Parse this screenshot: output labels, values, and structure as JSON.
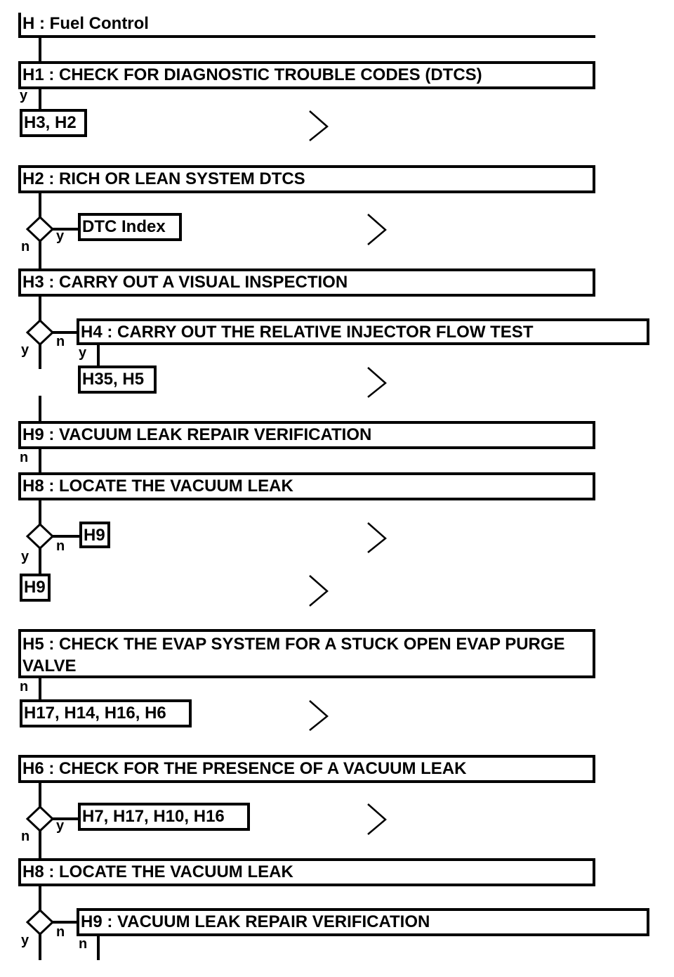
{
  "title": "H : Fuel Control",
  "steps": {
    "h1": "H1 : CHECK FOR DIAGNOSTIC TROUBLE CODES (DTCS)",
    "h2": "H2 : RICH OR LEAN SYSTEM DTCS",
    "h3": "H3 : CARRY OUT A VISUAL INSPECTION",
    "h4": "H4 : CARRY OUT THE RELATIVE INJECTOR FLOW TEST",
    "h9a": "H9 : VACUUM LEAK REPAIR VERIFICATION",
    "h8a": "H8 : LOCATE THE VACUUM LEAK",
    "h5": "H5 : CHECK THE EVAP SYSTEM FOR A STUCK OPEN EVAP PURGE VALVE",
    "h6": "H6 : CHECK FOR THE PRESENCE OF A VACUUM LEAK",
    "h8b": "H8 : LOCATE THE VACUUM LEAK",
    "h9b": "H9 : VACUUM LEAK REPAIR VERIFICATION"
  },
  "refs": {
    "h1_yes": "H3, H2",
    "h2_yes": "DTC Index",
    "h4_yes": "H35, H5",
    "h8_no": "H9",
    "h8_yes": "H9",
    "h5_no": "H17, H14, H16, H6",
    "h6_yes": "H7, H17, H10, H16"
  },
  "branch_labels": {
    "yes": "y",
    "no": "n"
  },
  "icons": {
    "decision": "diamond-icon",
    "goto": "chevron-right-icon"
  },
  "colors": {
    "ink": "#000000",
    "background": "#ffffff"
  }
}
